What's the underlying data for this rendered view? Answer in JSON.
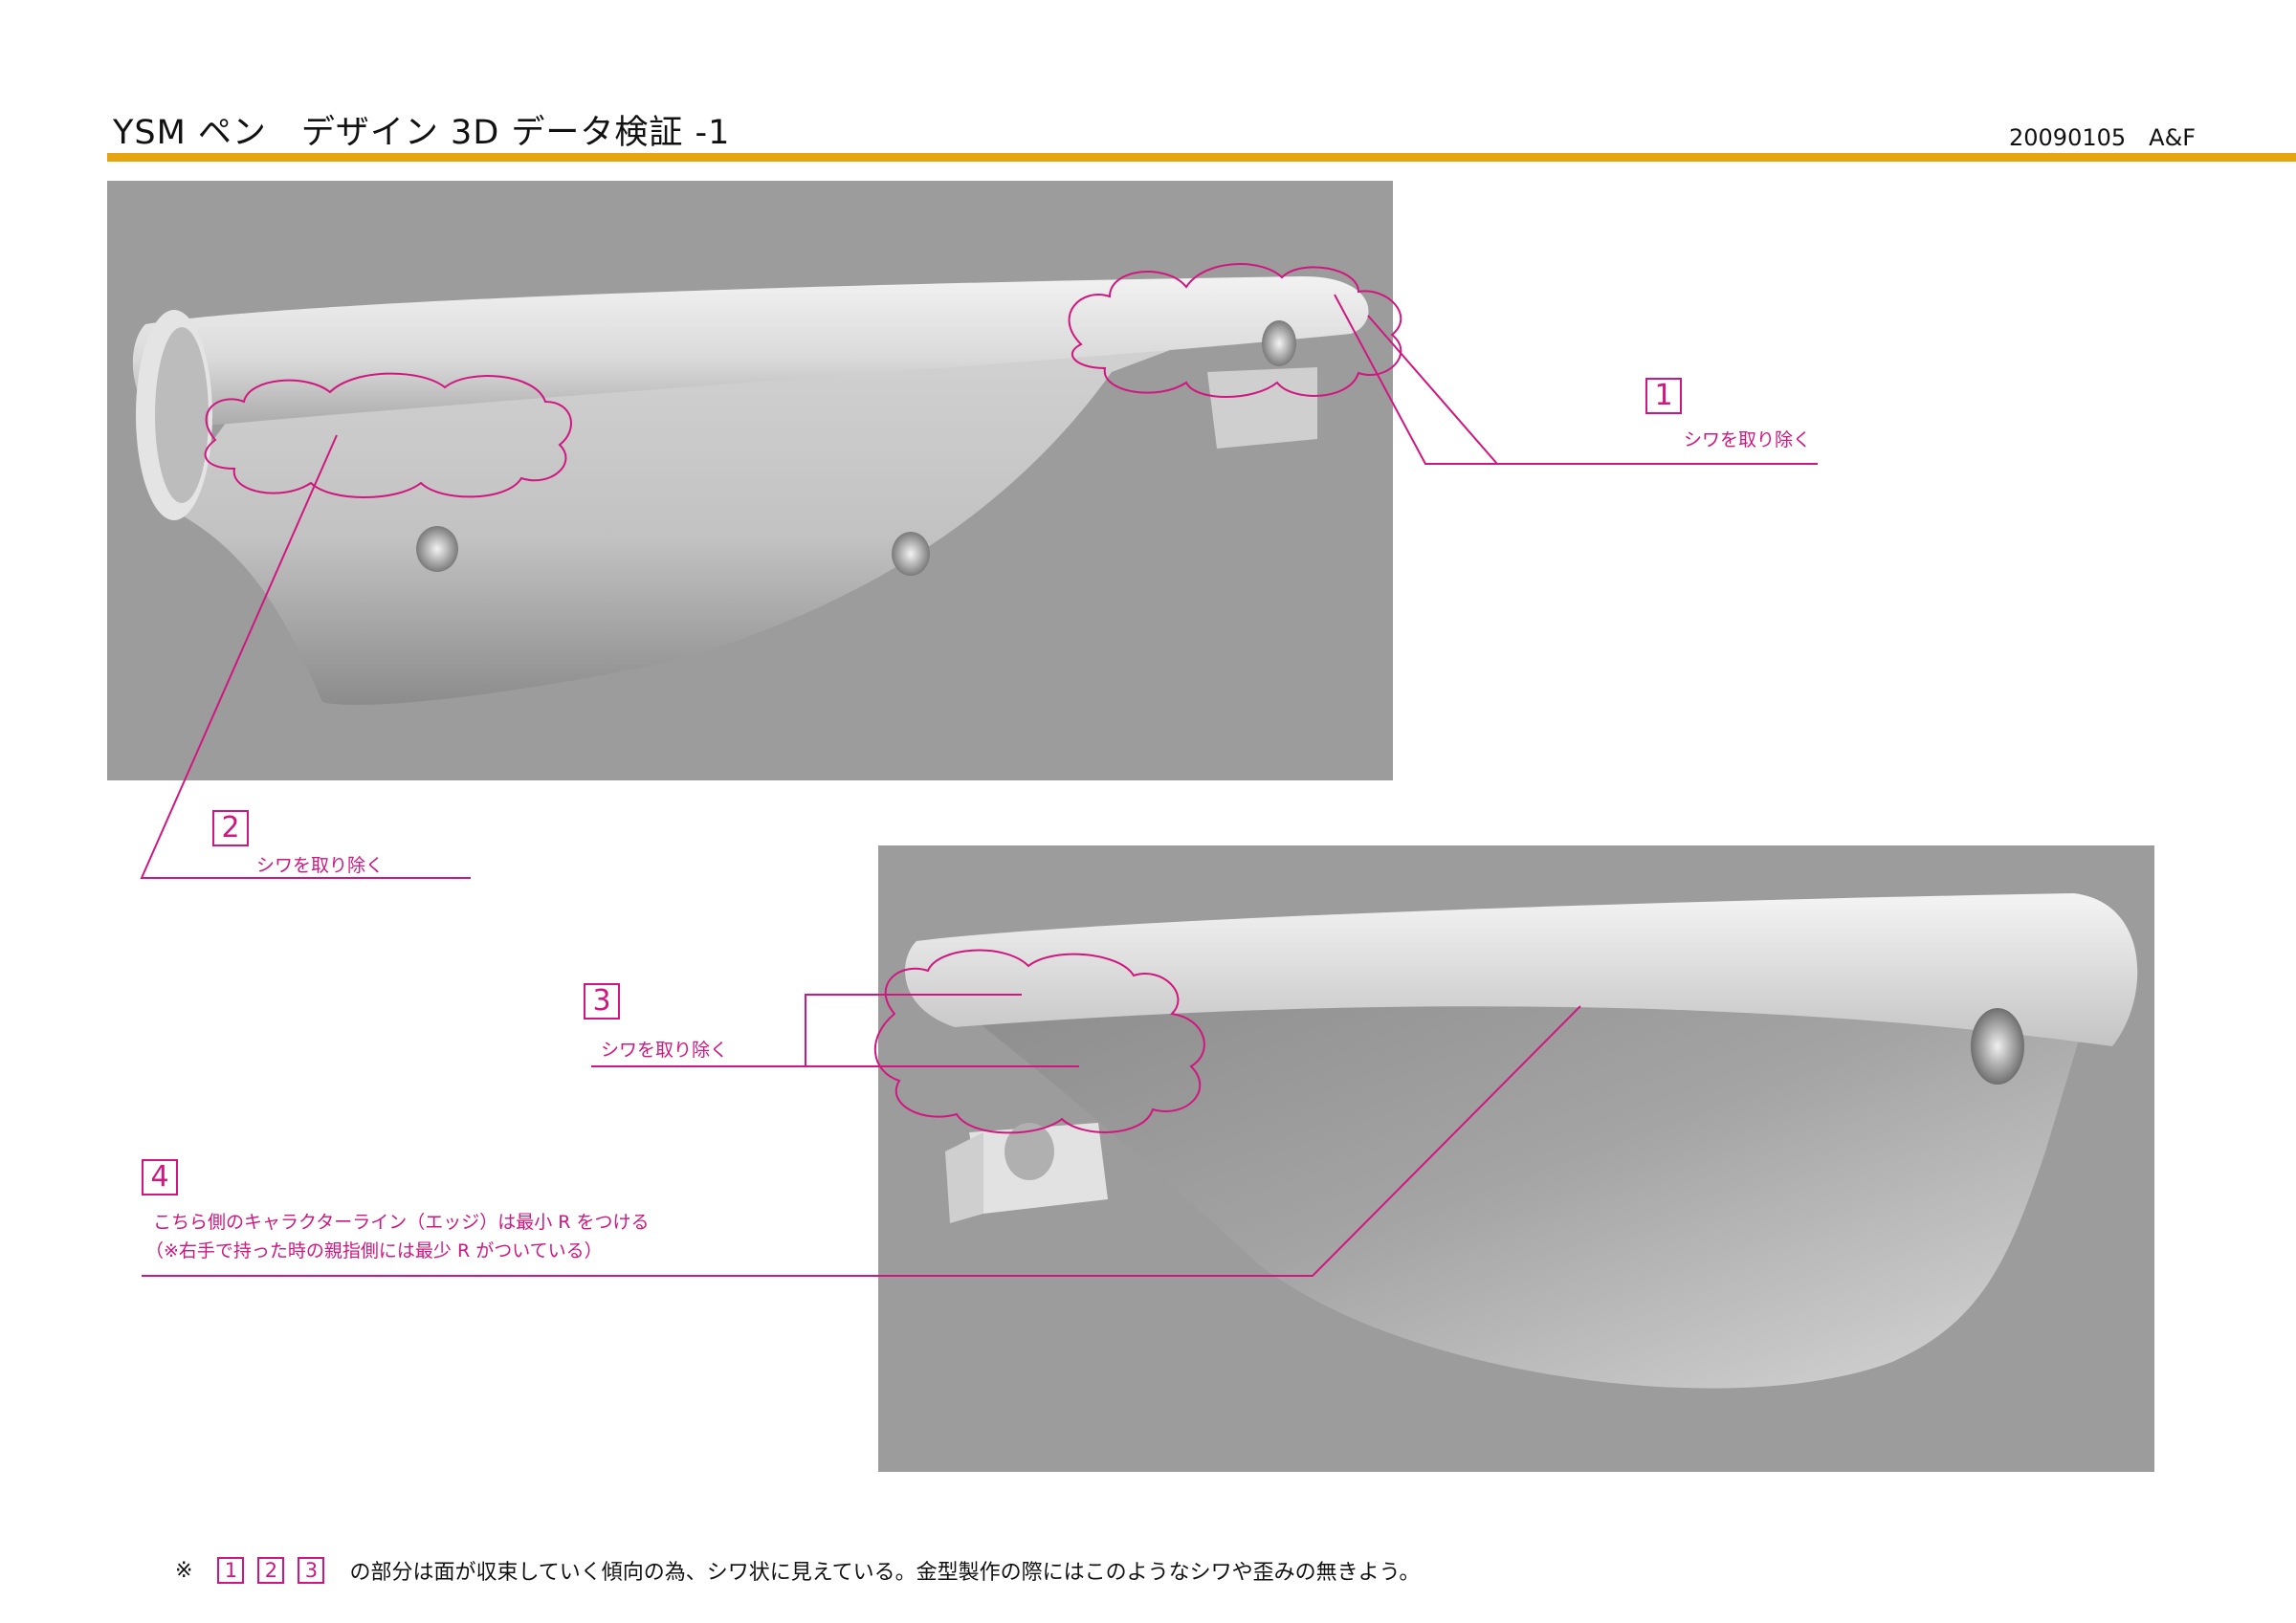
{
  "header": {
    "title": "YSM ペン　デザイン 3D データ検証 -1",
    "date_author": "20090105　A&F"
  },
  "colors": {
    "accent_rule": "#e6a50f",
    "annotation": "#d0177f",
    "render_bg": "#9c9c9c"
  },
  "annotations": [
    {
      "num": "1",
      "text": "シワを取り除く"
    },
    {
      "num": "2",
      "text": "シワを取り除く"
    },
    {
      "num": "3",
      "text": "シワを取り除く"
    },
    {
      "num": "4",
      "line1": "こちら側のキャラクターライン（エッジ）は最小 R をつける",
      "line2": "（※右手で持った時の親指側には最少 R がついている）"
    }
  ],
  "footnote": {
    "mark": "※",
    "refs": [
      "1",
      "2",
      "3"
    ],
    "text": "の部分は面が収束していく傾向の為、シワ状に見えている。金型製作の際にはこのようなシワや歪みの無きよう。"
  }
}
